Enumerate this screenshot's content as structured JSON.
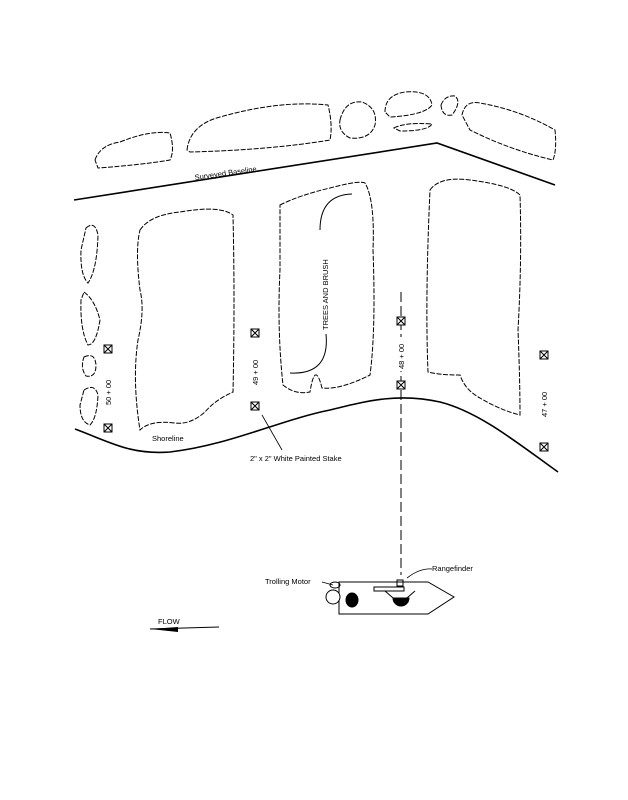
{
  "labels": {
    "baseline": "Surveyed Baseline",
    "trees": "TREES AND BRUSH",
    "shoreline": "Shoreline",
    "stake": "2\" x 2\" White Painted Stake",
    "trolling_motor": "Trolling Motor",
    "rangefinder": "Rangefinder",
    "flow": "FLOW"
  },
  "stations": [
    "50 + 00",
    "49 + 00",
    "48 + 00",
    "47 + 00"
  ]
}
